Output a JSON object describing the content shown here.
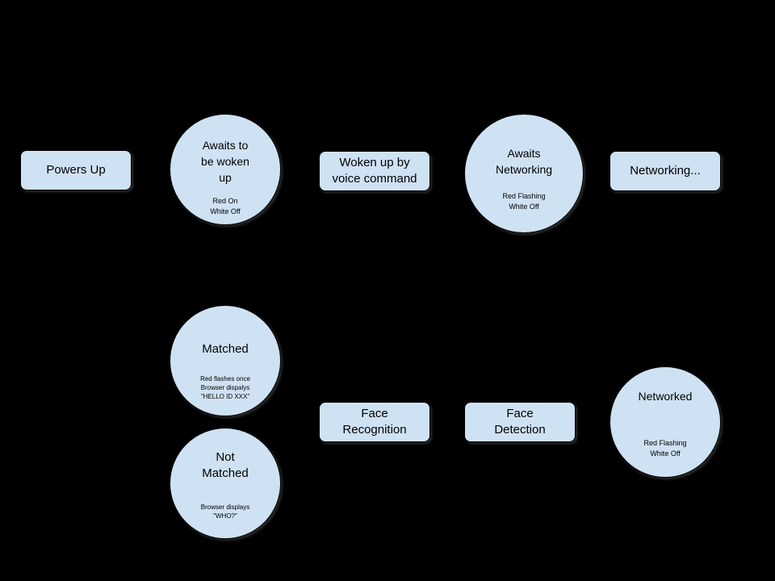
{
  "colors": {
    "background": "#000000",
    "shape_fill": "#cfe2f3",
    "text": "#000000"
  },
  "nodes": {
    "powers_up": {
      "label": "Powers Up"
    },
    "awaits_wake": {
      "label": "Awaits to\nbe woken\nup",
      "sublabel": "Red On\nWhite Off"
    },
    "woken_voice": {
      "label": "Woken up by\nvoice command"
    },
    "awaits_networking": {
      "label": "Awaits\nNetworking",
      "sublabel": "Red Flashing\nWhite Off"
    },
    "networking": {
      "label": "Networking..."
    },
    "matched": {
      "label": "Matched",
      "sublabel": "Red flashes once\nBrowser dispalys\n\"HELLO ID XXX\""
    },
    "not_matched": {
      "label": "Not\nMatched",
      "sublabel": "Browser displays\n\"WHO?\""
    },
    "face_recognition": {
      "label": "Face\nRecognition"
    },
    "face_detection": {
      "label": "Face\nDetection"
    },
    "networked": {
      "label": "Networked",
      "sublabel": "Red Flashing\nWhite Off"
    }
  }
}
